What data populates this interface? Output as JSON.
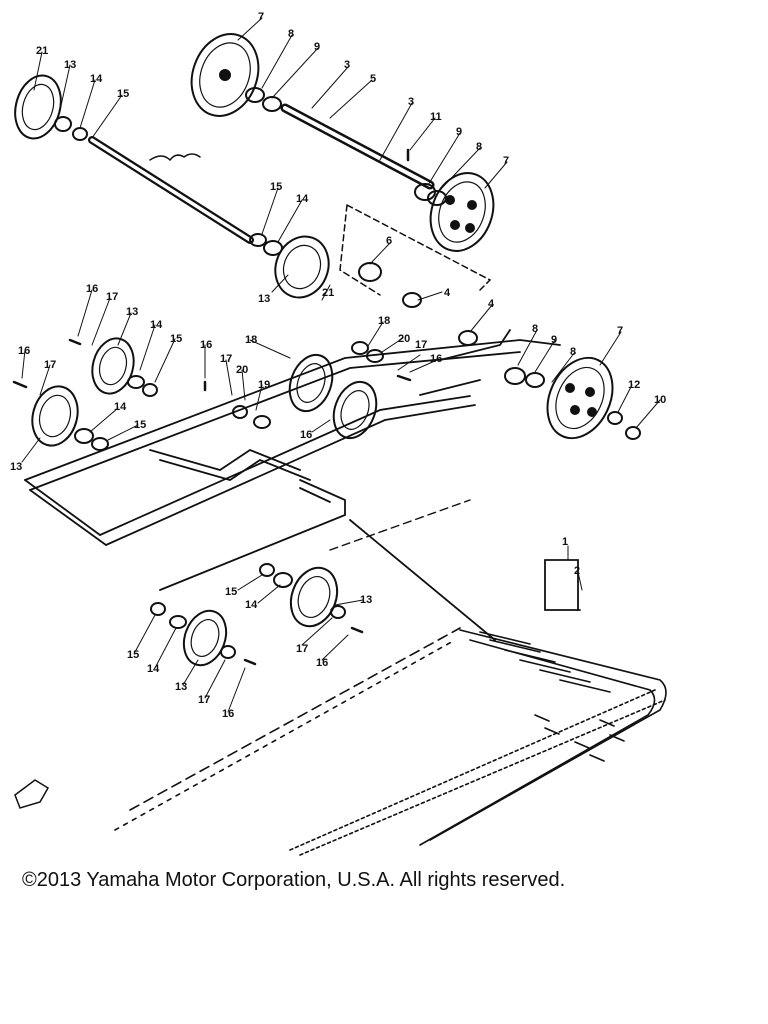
{
  "diagram": {
    "callouts": [
      "1",
      "2",
      "3",
      "3",
      "4",
      "4",
      "5",
      "6",
      "7",
      "7",
      "7",
      "8",
      "8",
      "8",
      "9",
      "9",
      "9",
      "10",
      "11",
      "12",
      "13",
      "13",
      "13",
      "13",
      "13",
      "13",
      "14",
      "14",
      "14",
      "14",
      "14",
      "14",
      "15",
      "15",
      "15",
      "15",
      "15",
      "15",
      "16",
      "16",
      "16",
      "16",
      "16",
      "17",
      "17",
      "17",
      "17",
      "17",
      "18",
      "18",
      "19",
      "20",
      "20",
      "21",
      "21"
    ]
  },
  "footer": {
    "copyright": "©2013 Yamaha Motor Corporation, U.S.A. All rights reserved."
  },
  "colors": {
    "ink": "#111111",
    "paper": "#ffffff"
  }
}
